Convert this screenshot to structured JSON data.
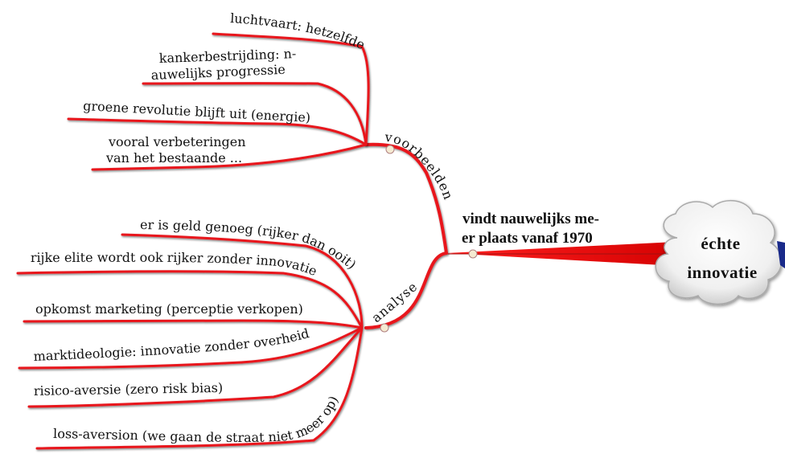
{
  "central": {
    "line1": "échte",
    "line2": "innovatie"
  },
  "main_branch": {
    "line1": "vindt nauwelijks  me-",
    "line2": "er plaats vanaf 1970"
  },
  "branches": {
    "voorbeelden": {
      "label": "voorbeelden",
      "leaves": [
        {
          "lines": [
            "luchtvaart: hetzelfde"
          ]
        },
        {
          "lines": [
            "kankerbestrijding: n-",
            "auwelijks progressie"
          ]
        },
        {
          "lines": [
            "groene revolutie blijft uit (energie)"
          ]
        },
        {
          "lines": [
            "vooral verbeteringen",
            "van het bestaande ..."
          ]
        }
      ]
    },
    "analyse": {
      "label": "analyse",
      "leaves": [
        {
          "lines": [
            "er is geld genoeg (rijker dan ooit)"
          ]
        },
        {
          "lines": [
            "rijke elite wordt ook rijker zonder innovatie"
          ]
        },
        {
          "lines": [
            "opkomst marketing (perceptie verkopen)"
          ]
        },
        {
          "lines": [
            "marktideologie: innovatie zonder overheid"
          ]
        },
        {
          "lines": [
            "risico-aversie (zero risk bias)"
          ]
        },
        {
          "lines": [
            "loss-aversion (we gaan de straat niet meer op)"
          ]
        }
      ]
    }
  },
  "colors": {
    "branch": "#e8141b",
    "branch_shadow": "#8a2a2a",
    "node": "#f5ead2",
    "cloud_edge": "#a9a9a9"
  }
}
